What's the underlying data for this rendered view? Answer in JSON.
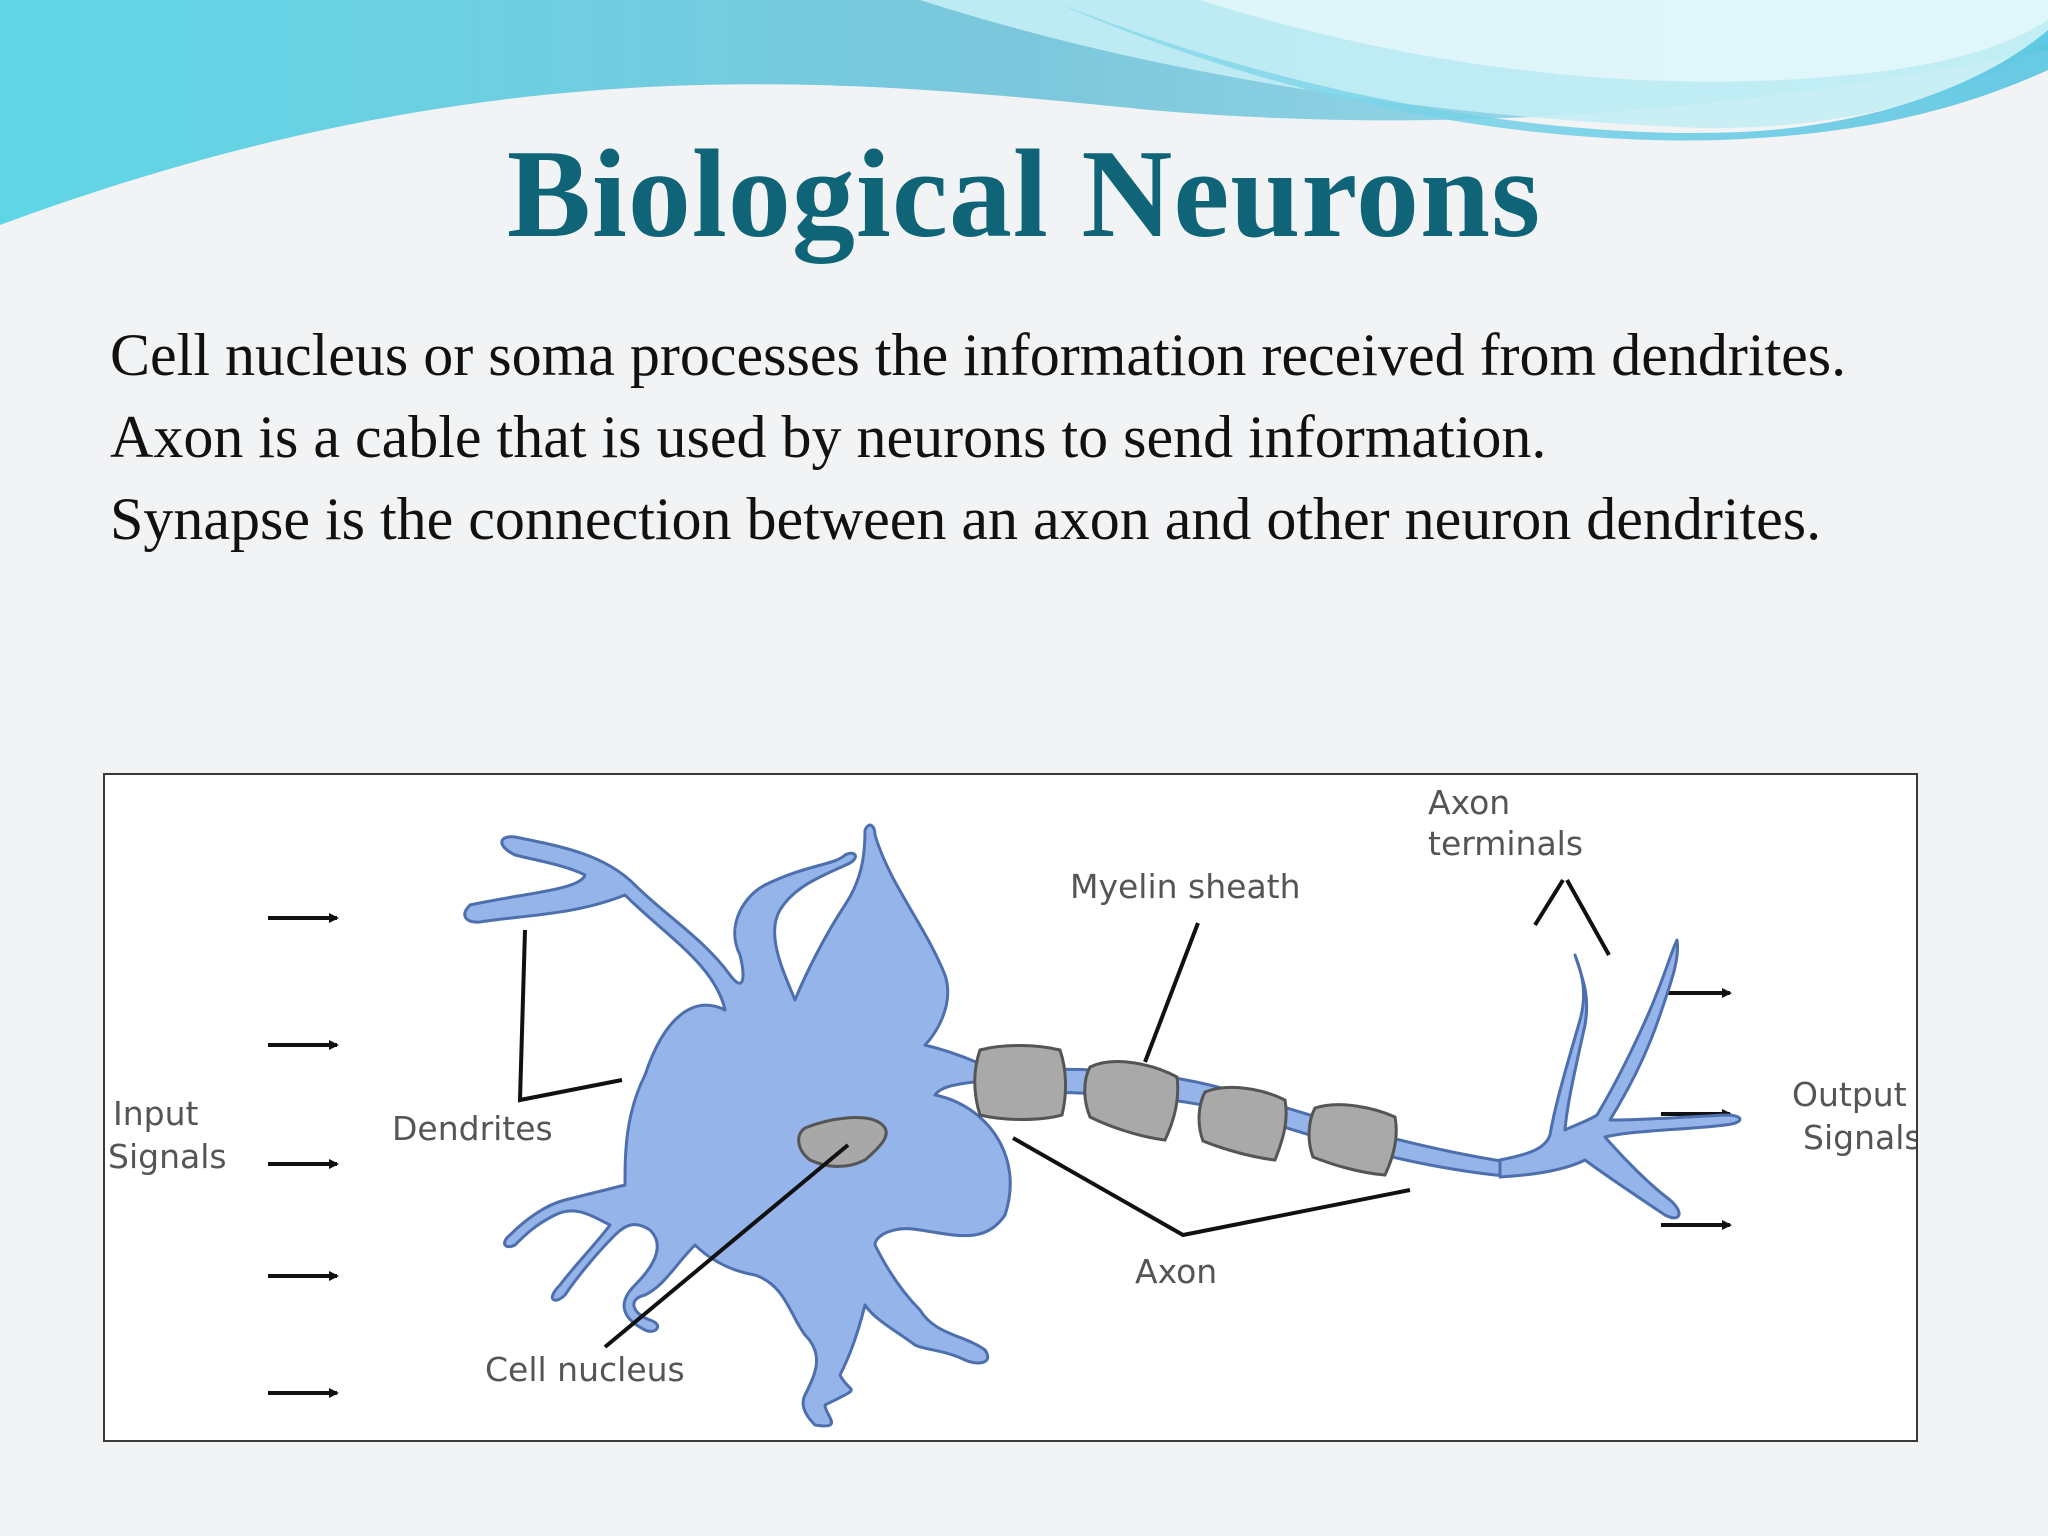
{
  "slide": {
    "title": "Biological Neurons",
    "paragraphs": [
      "Cell nucleus or soma processes the information received from dendrites.",
      "Axon is a cable that is used by neurons to send information.",
      "Synapse is the connection between an axon and other neuron dendrites."
    ]
  },
  "diagram": {
    "labels": {
      "input_line1": "Input",
      "input_line2": "Signals",
      "dendrites": "Dendrites",
      "cell_nucleus": "Cell nucleus",
      "myelin_sheath": "Myelin sheath",
      "axon_terminals_line1": "Axon",
      "axon_terminals_line2": "terminals",
      "axon": "Axon",
      "output_line1": "Output",
      "output_line2": "Signals"
    },
    "colors": {
      "neuron_fill": "#94b4ea",
      "neuron_stroke": "#4d6fae",
      "nucleus_fill": "#a8a8a8",
      "myelin_fill": "#a9a9a9",
      "title_color": "#0f6478"
    }
  }
}
